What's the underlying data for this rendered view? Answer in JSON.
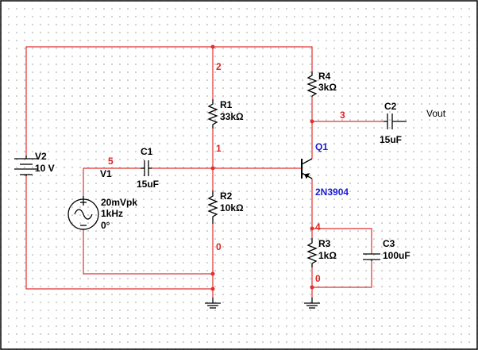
{
  "colors": {
    "wire": "#e03030",
    "component": "#000000",
    "model_label": "#1a1ad6",
    "node_label": "#e02020",
    "grid_dot": "#9a9a9a"
  },
  "nodes": {
    "n2": "2",
    "n1": "1",
    "n5": "5",
    "n3": "3",
    "n4": "4",
    "n0_left": "0",
    "n0_right": "0"
  },
  "components": {
    "v2": {
      "name": "V2",
      "value": "10 V"
    },
    "v1": {
      "name": "V1",
      "amplitude": "20mVpk",
      "frequency": "1kHz",
      "phase": "0°"
    },
    "c1": {
      "name": "C1",
      "value": "15uF"
    },
    "r1": {
      "name": "R1",
      "value": "33kΩ"
    },
    "r2": {
      "name": "R2",
      "value": "10kΩ"
    },
    "r4": {
      "name": "R4",
      "value": "3kΩ"
    },
    "q1": {
      "name": "Q1",
      "model": "2N3904"
    },
    "c2": {
      "name": "C2",
      "value": "15uF"
    },
    "r3": {
      "name": "R3",
      "value": "1kΩ"
    },
    "c3": {
      "name": "C3",
      "value": "100uF"
    }
  },
  "output": {
    "label": "Vout"
  }
}
